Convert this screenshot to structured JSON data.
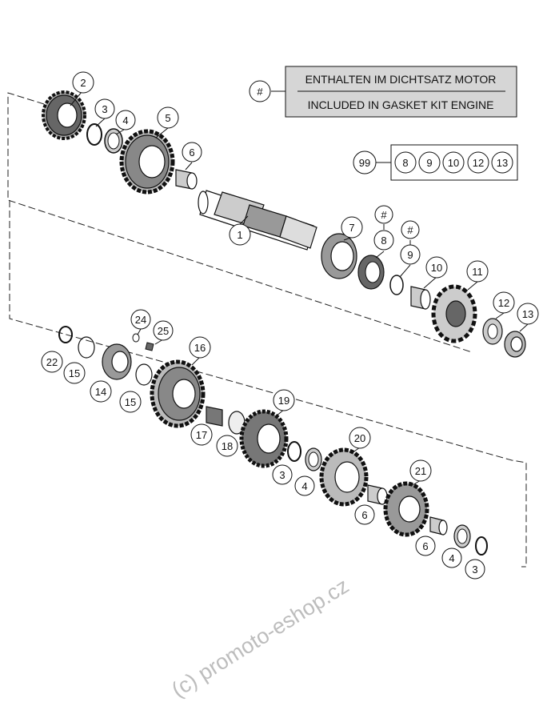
{
  "legend": {
    "symbol": "#",
    "line1": "ENTHALTEN IM DICHTSATZ MOTOR",
    "line2": "INCLUDED IN GASKET KIT ENGINE"
  },
  "kit": {
    "label": "99",
    "items": [
      "8",
      "9",
      "10",
      "12",
      "13"
    ]
  },
  "callouts": {
    "c1": "1",
    "c2": "2",
    "c3a": "3",
    "c4a": "4",
    "c5": "5",
    "c6a": "6",
    "c7": "7",
    "c8": "8",
    "c8mark": "#",
    "c9": "9",
    "c9mark": "#",
    "c10": "10",
    "c11": "11",
    "c12": "12",
    "c13": "13",
    "c14": "14",
    "c15a": "15",
    "c15b": "15",
    "c16": "16",
    "c17": "17",
    "c18": "18",
    "c19": "19",
    "c20": "20",
    "c21": "21",
    "c22": "22",
    "c24": "24",
    "c25": "25",
    "c3b": "3",
    "c4b": "4",
    "c6b": "6",
    "c6c": "6",
    "c4c": "4",
    "c3c": "3"
  },
  "watermark": "(c) promoto-eshop.cz"
}
